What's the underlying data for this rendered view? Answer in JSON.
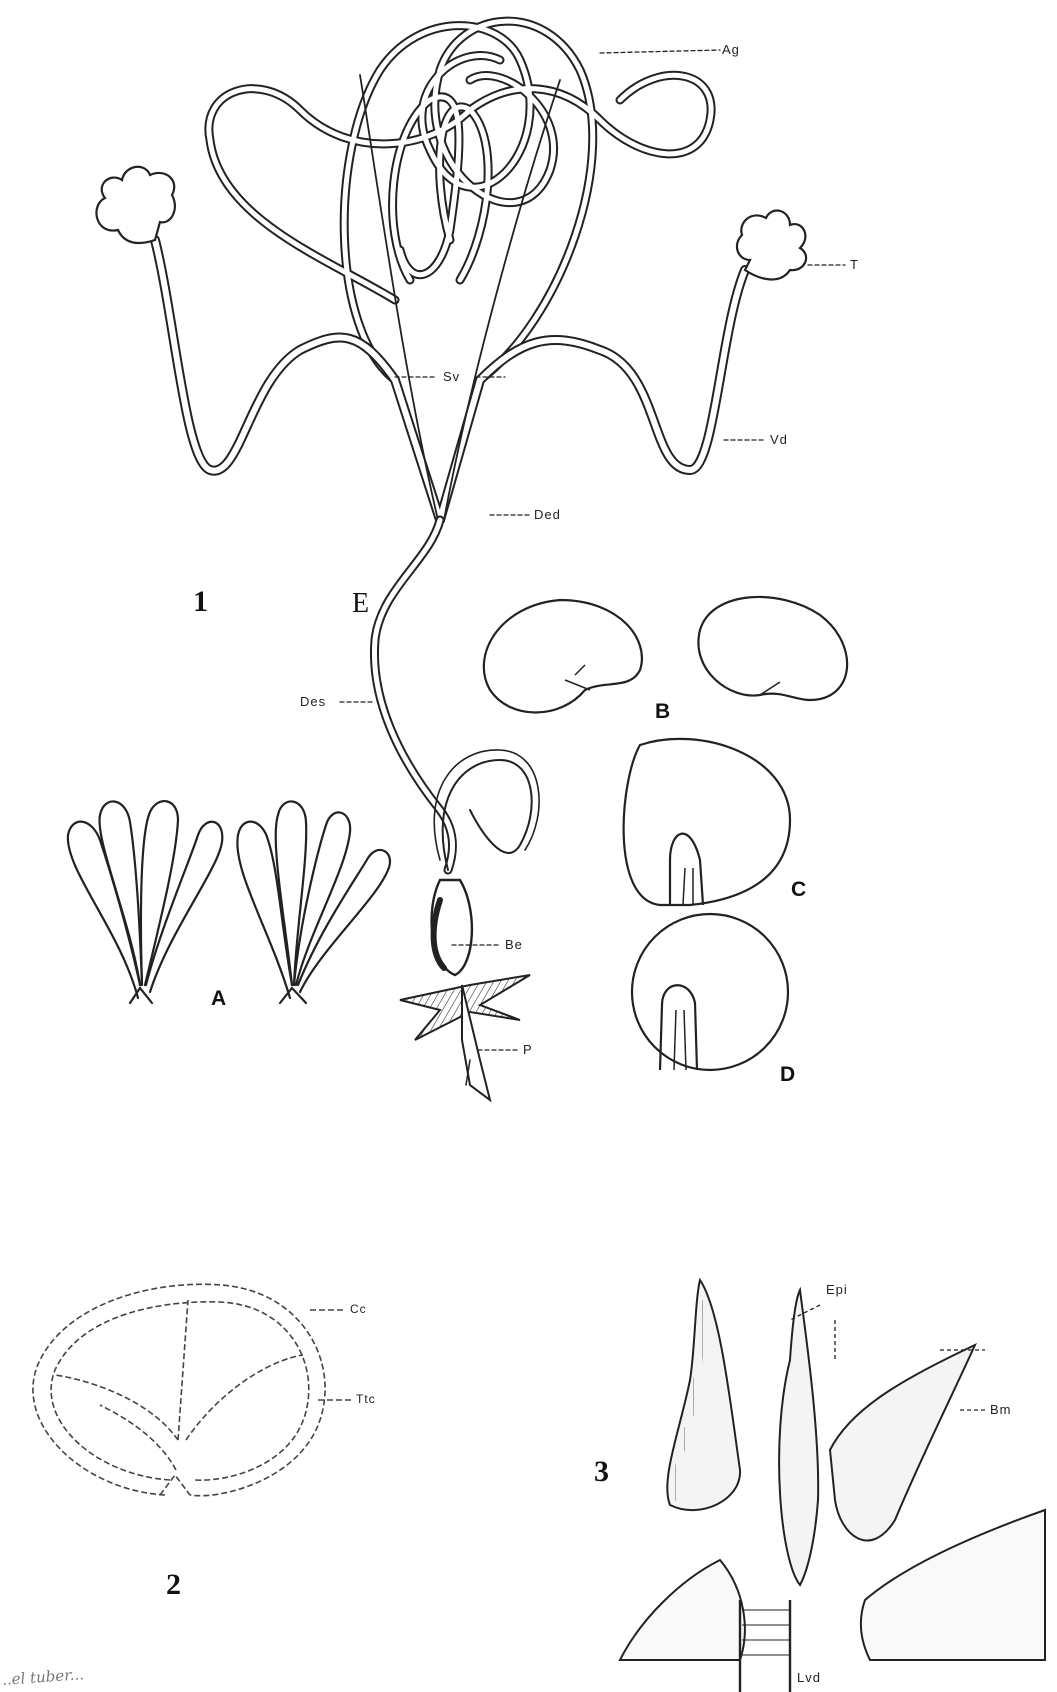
{
  "figures": [
    "1",
    "2",
    "3"
  ],
  "sub_figures": [
    "A",
    "B",
    "C",
    "D",
    "E"
  ],
  "fig1_labels": {
    "ag": "Ag",
    "t": "T",
    "sv": "Sv",
    "vd": "Vd",
    "ded": "Ded",
    "des": "Des",
    "be": "Be",
    "p": "P"
  },
  "fig2_labels": {
    "cc": "Cc",
    "ttc": "Ttc"
  },
  "fig3_labels": {
    "epi": "Epi",
    "bm": "Bm",
    "lvd": "Lvd"
  },
  "handwriting": "..el tuber..."
}
